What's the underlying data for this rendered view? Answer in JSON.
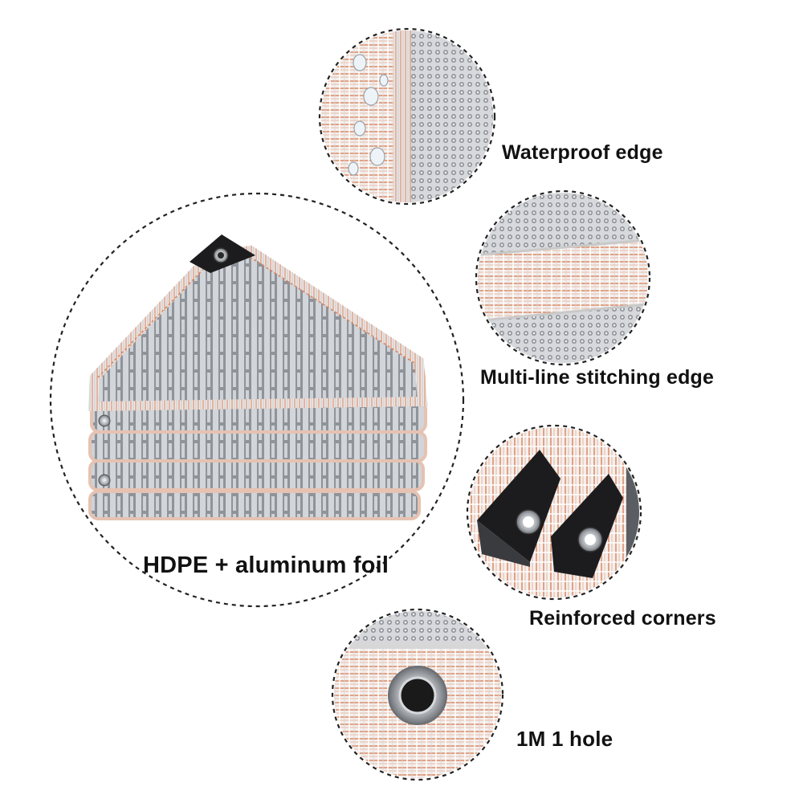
{
  "labels": {
    "main": "HDPE + aluminum foil",
    "waterproof_edge": "Waterproof edge",
    "multi_line_stitching_edge": "Multi-line stitching edge",
    "reinforced_corners": "Reinforced corners",
    "hole_spacing": "1M 1 hole"
  },
  "colors": {
    "stitch_orange": "#d9825a",
    "foil_silver": "#b9bcc0",
    "foil_dark": "#7c8086",
    "dotted_border": "#222222",
    "corner_black": "#1c1c1e",
    "background": "#ffffff"
  }
}
